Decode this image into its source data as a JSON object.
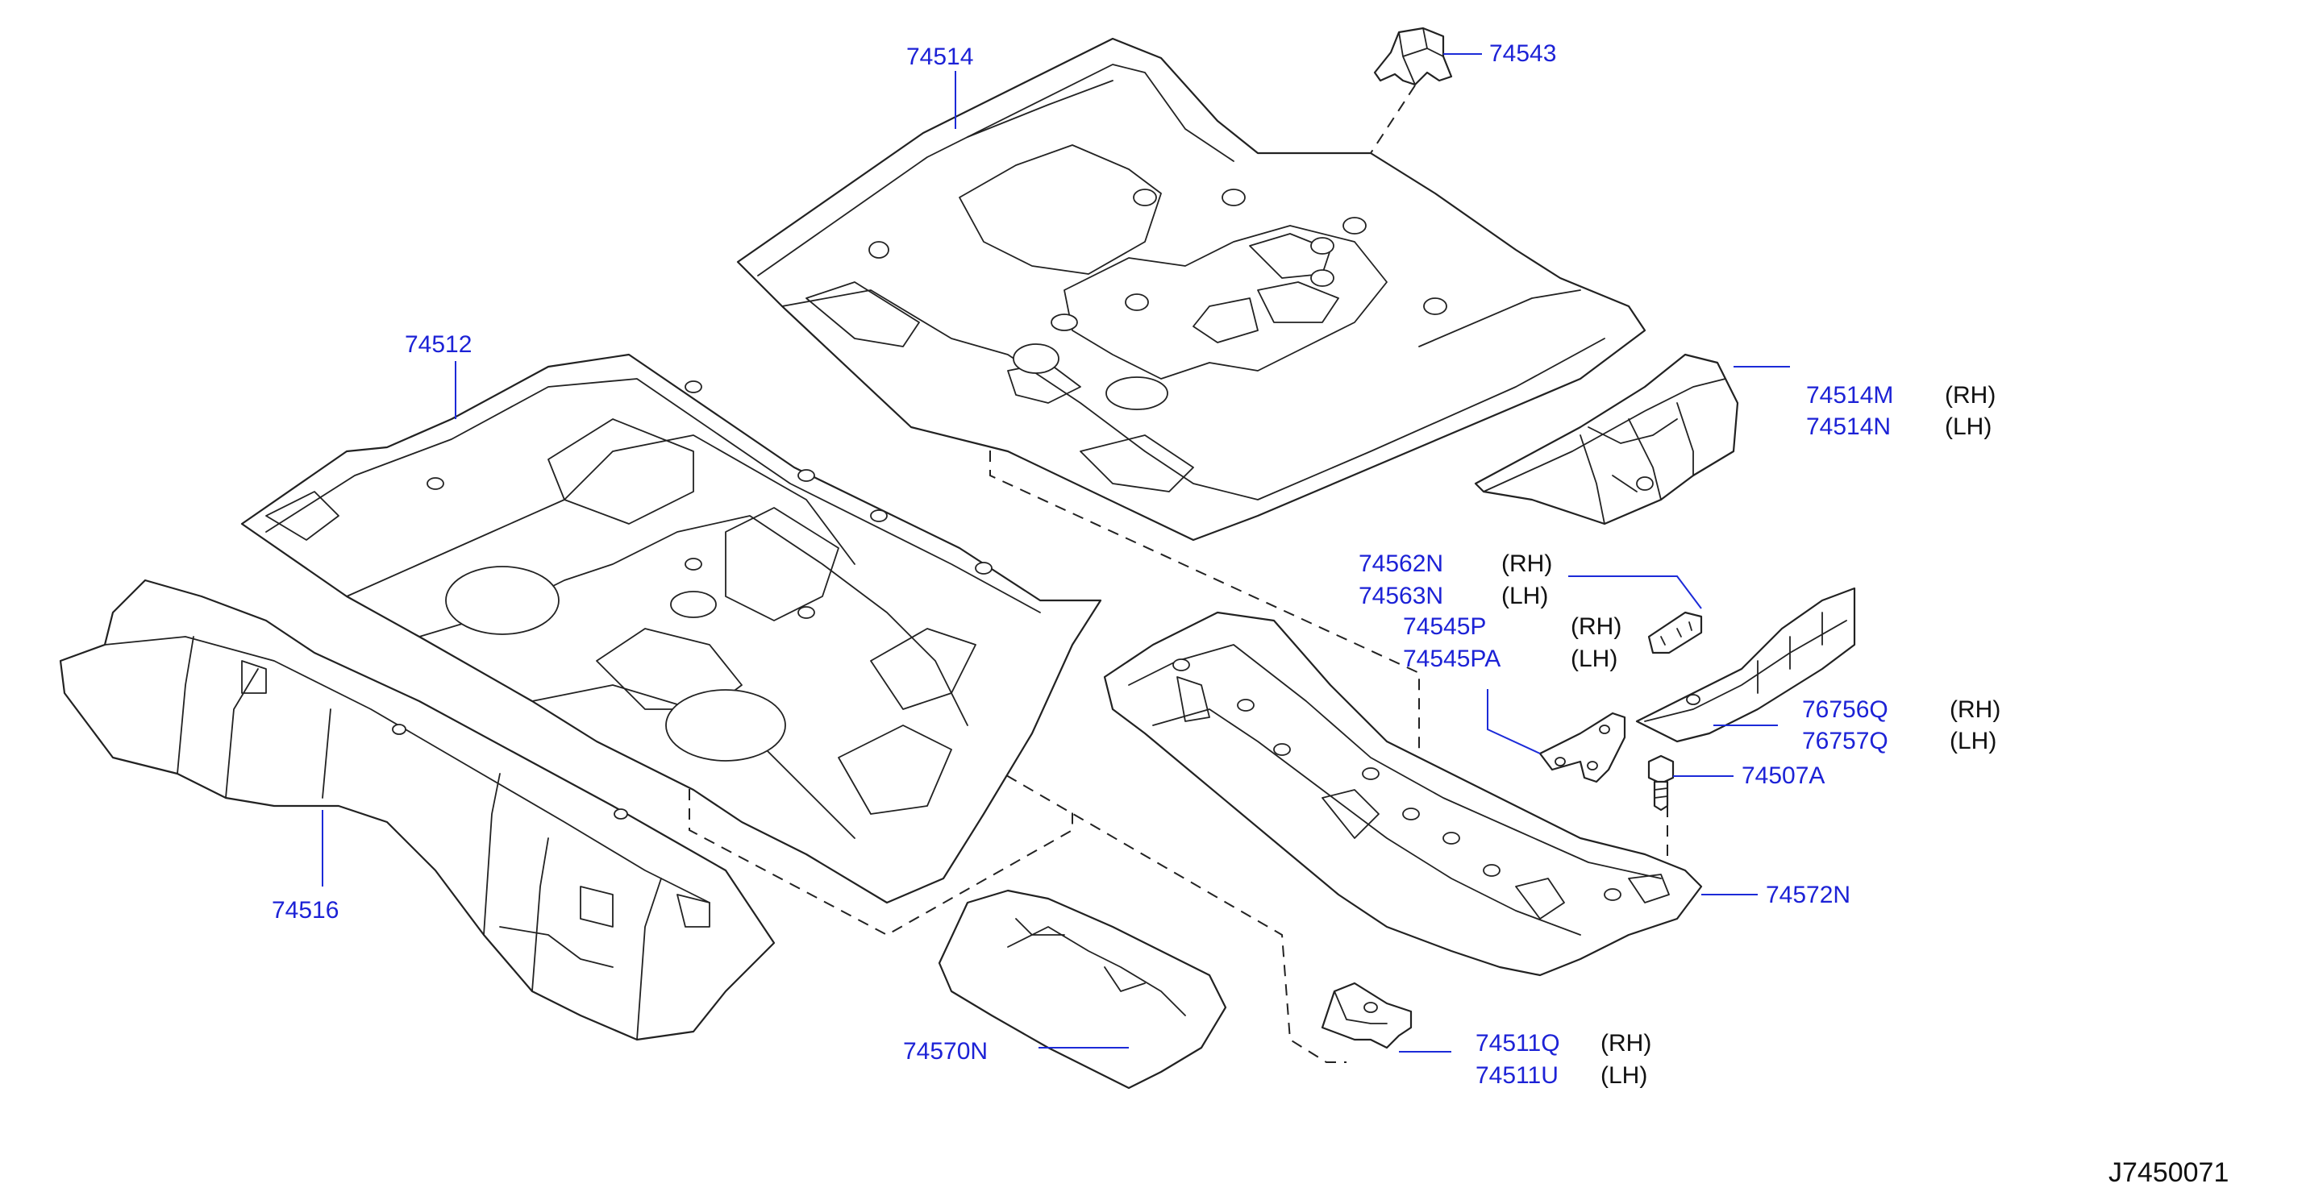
{
  "diagram_id": "J7450071",
  "labels": {
    "p74514": "74514",
    "p74543": "74543",
    "p74512": "74512",
    "p74514M": "74514M",
    "p74514N": "74514N",
    "p74562N": "74562N",
    "p74563N": "74563N",
    "p74545P": "74545P",
    "p74545PA": "74545PA",
    "p76756Q": "76756Q",
    "p76757Q": "76757Q",
    "p74507A": "74507A",
    "p74572N": "74572N",
    "p74516": "74516",
    "p74570N": "74570N",
    "p74511Q": "74511Q",
    "p74511U": "74511U"
  },
  "sides": {
    "rh": "(RH)",
    "lh": "(LH)"
  },
  "colors": {
    "part_number": "#1c22d6",
    "leader_line": "#1c2bd8",
    "line_art": "#222222",
    "background": "#ffffff"
  }
}
